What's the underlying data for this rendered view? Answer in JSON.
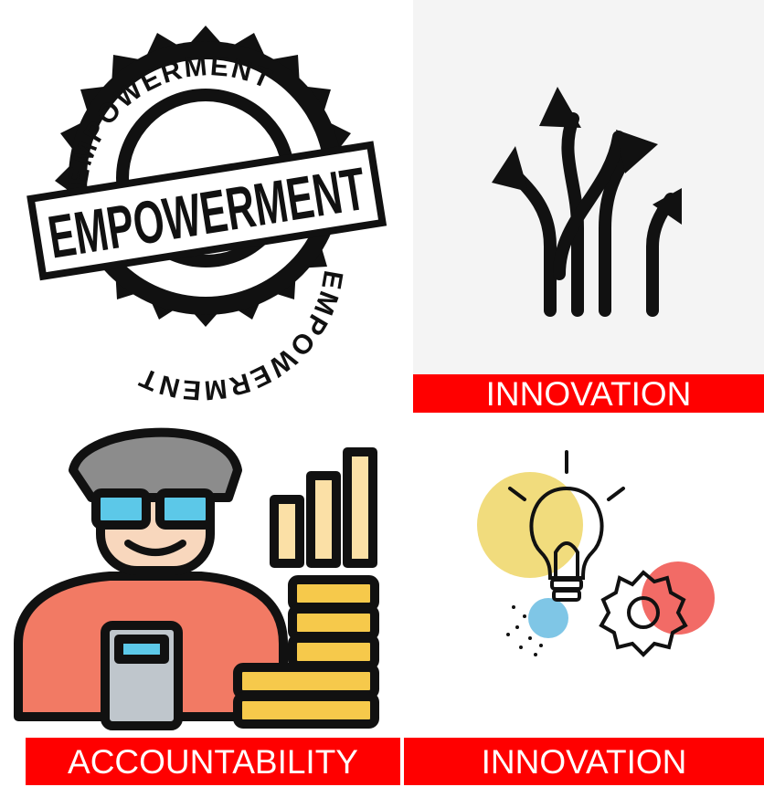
{
  "tiles": {
    "empowerment": {
      "stamp_text": "EMPOWERMENT",
      "icon": "empowerment-stamp"
    },
    "arrows": {
      "icon": "diverging-arrows-icon",
      "label": "INNOVATION"
    },
    "accountability": {
      "icon": "accountant-with-coins-icon",
      "label": "ACCOUNTABILITY"
    },
    "idea": {
      "icon": "lightbulb-gear-icon",
      "label": "INNOVATION"
    }
  },
  "colors": {
    "label_bar": "#ff0000",
    "label_text": "#ffffff",
    "stamp": "#111111",
    "shirt": "#f27a64",
    "coins": "#f6c94b",
    "glasses": "#5cc8e8",
    "bulb_circle": "#f1dc7d",
    "gear_circle": "#f26b66",
    "dot_circle": "#7fc6e6"
  }
}
